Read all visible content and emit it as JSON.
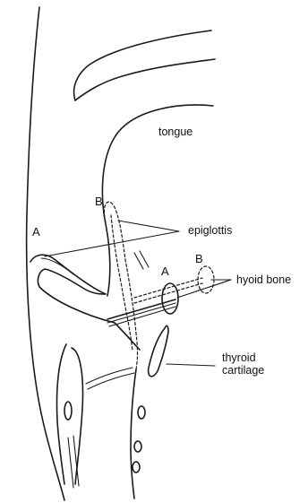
{
  "labels": {
    "tongue": "tongue",
    "epiglottis": "epiglottis",
    "hyoid_bone": "hyoid bone",
    "thyroid_line1": "thyroid",
    "thyroid_line2": "cartilage",
    "position_a_left": "A",
    "position_b_left": "B",
    "position_a_right": "A",
    "position_b_right": "B"
  }
}
